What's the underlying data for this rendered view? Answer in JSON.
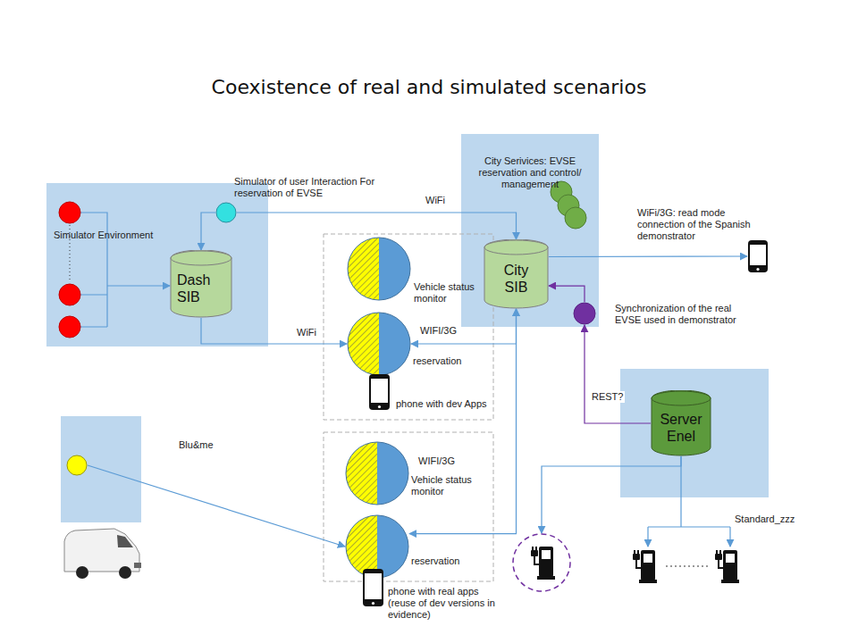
{
  "diagram": {
    "title": "Coexistence of real and simulated scenarios",
    "nodes": [
      {
        "text": [
          "Simulator Environment"
        ]
      },
      {
        "text": [
          "Simulator of user Interaction For reservation of EVSE"
        ],
        "in": 0
      },
      {
        "text": [
          "Dash SIB"
        ],
        "in": 0
      },
      {
        "text": [
          "City Serivices: EVSE reservation and control/ management"
        ]
      },
      {
        "text": [
          "City SIB"
        ],
        "in": 3
      },
      {
        "text": [
          "WiFi/3G: read mode connection of the Spanish demonstrator"
        ]
      },
      {
        "text": [
          "Vehicle status monitor"
        ]
      },
      {
        "text": [
          "reservation"
        ]
      },
      {
        "text": [
          "Synchronization of the real EVSE used in demonstrator"
        ]
      },
      {
        "text": [
          "phone with dev Apps"
        ]
      },
      {
        "text": [
          "Server Enel"
        ]
      },
      {
        "text": [
          "Blu&me"
        ]
      },
      {
        "text": [
          "Vehicle status monitor"
        ]
      },
      {
        "text": [
          "reservation"
        ]
      },
      {
        "text": [
          "phone with real apps (reuse of dev versions in evidence)"
        ]
      }
    ],
    "edges": [
      {
        "from": 1,
        "to": 2,
        "arrow": "to"
      },
      {
        "from": 1,
        "to": 4,
        "label": "WiFi",
        "arrow": "to"
      },
      {
        "from": 2,
        "to": 7,
        "label": "WiFi",
        "arrow": "to"
      },
      {
        "from": 4,
        "to": 7,
        "label": "WIFI/3G",
        "arrow": "both"
      },
      {
        "from": 4,
        "to": 13,
        "arrow": "both"
      },
      {
        "from": 4,
        "to": 5,
        "arrow": "to"
      },
      {
        "from": 10,
        "to": 8,
        "label": "REST?",
        "arrow": "to"
      },
      {
        "from": 8,
        "to": 4,
        "arrow": "to"
      },
      {
        "from": 11,
        "to": 13,
        "arrow": "to"
      }
    ],
    "labels": [
      "WIFI/3G",
      "Standard_zzz"
    ]
  }
}
